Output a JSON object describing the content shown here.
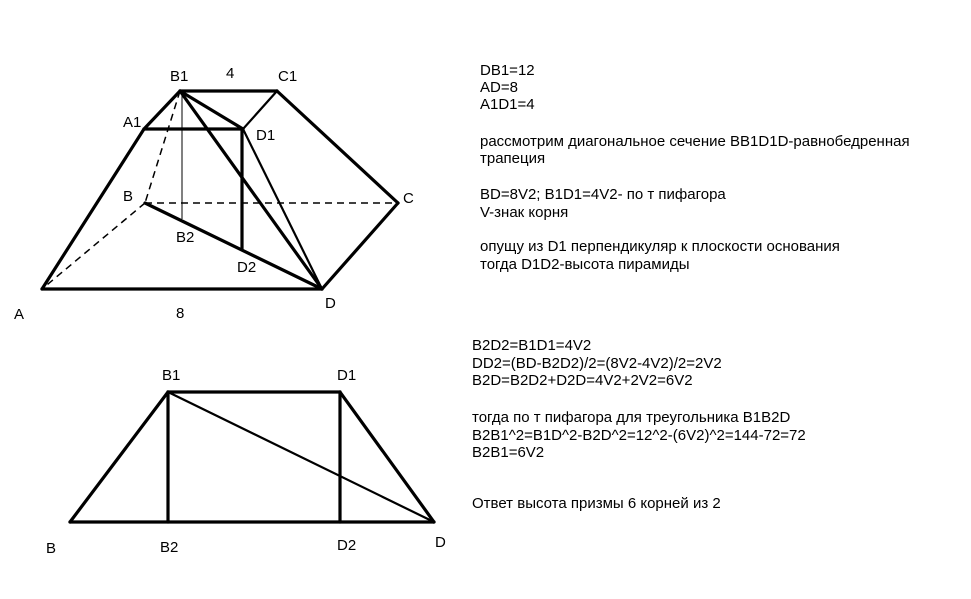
{
  "frustum_labels": {
    "B1": "B1",
    "C1": "C1",
    "A1": "A1",
    "D1": "D1",
    "B": "B",
    "C": "C",
    "B2": "B2",
    "D2": "D2",
    "A": "A",
    "D": "D",
    "top_edge": "4",
    "bottom_edge": "8"
  },
  "trapezoid_labels": {
    "B1": "B1",
    "D1": "D1",
    "B": "B",
    "B2": "B2",
    "D2": "D2",
    "D": "D"
  },
  "solution_part1": [
    "DB1=12",
    "AD=8",
    "A1D1=4",
    "рассмотрим диагональное сечение BB1D1D-равнобедренная",
    "трапеция",
    "BD=8V2; B1D1=4V2- по т пифагора",
    "V-знак корня",
    "опущу из D1 перпендикуляр к плоскости основания",
    "тогда D1D2-высота пирамиды"
  ],
  "solution_part2": [
    "B2D2=B1D1=4V2",
    "DD2=(BD-B2D2)/2=(8V2-4V2)/2=2V2",
    "B2D=B2D2+D2D=4V2+2V2=6V2",
    "тогда по т пифагора для треугольника B1B2D",
    "B2B1^2=B1D^2-B2D^2=12^2-(6V2)^2=144-72=72",
    "B2B1=6V2"
  ],
  "answer": "Ответ высота призмы 6 корней из 2"
}
